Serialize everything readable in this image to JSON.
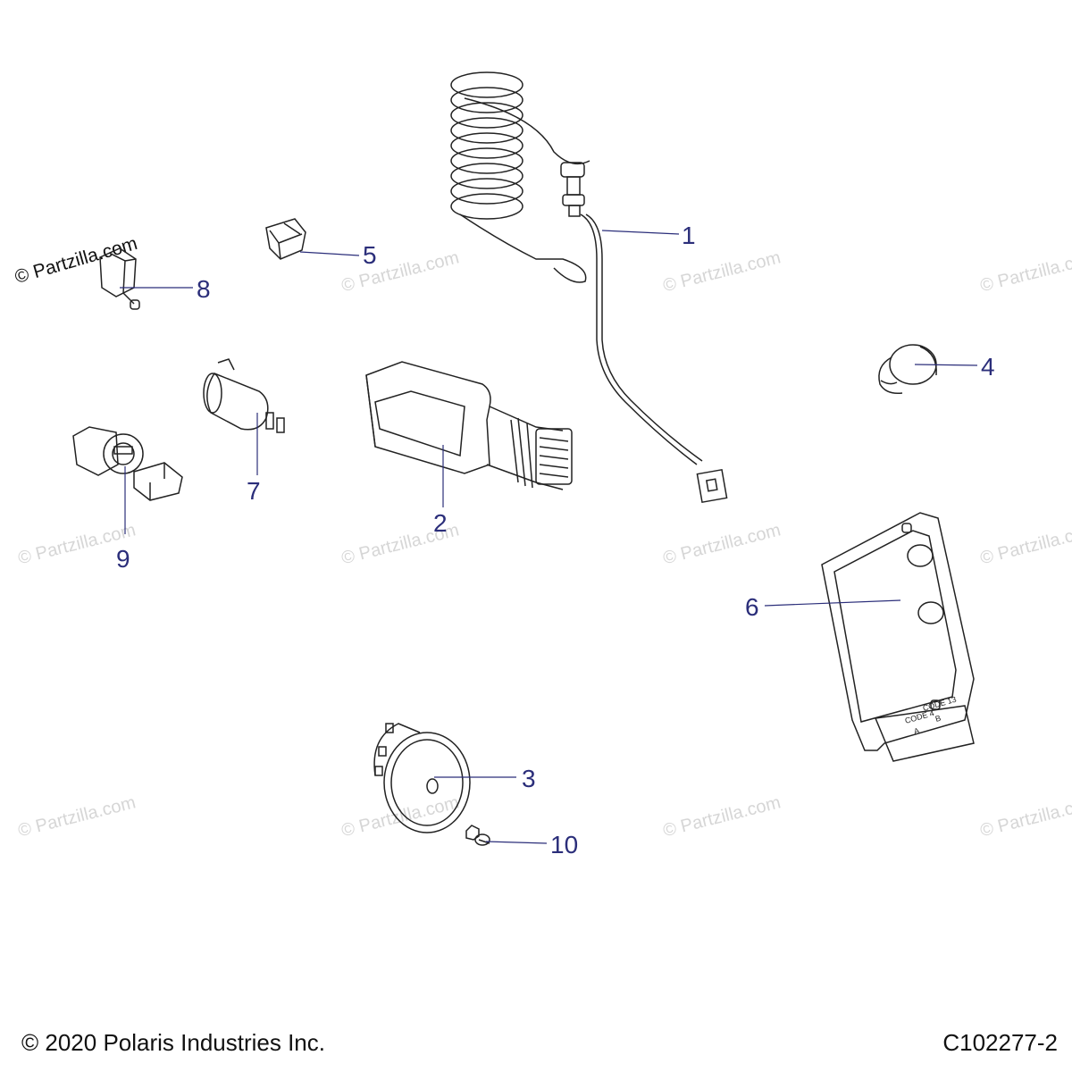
{
  "watermark": {
    "text": "© Partzilla.com",
    "main_text": "© Partzilla.com"
  },
  "callouts": [
    "1",
    "2",
    "3",
    "4",
    "5",
    "6",
    "7",
    "8",
    "9",
    "10"
  ],
  "ecu_labels": {
    "code_a": "CODE 4",
    "letter_a": "A",
    "code_b": "CODE 13",
    "letter_b": "B"
  },
  "footer": {
    "copyright": "© 2020 Polaris Industries Inc.",
    "diagram_id": "C102277-2"
  },
  "colors": {
    "callout": "#2b2e7a",
    "line_art": "#222222",
    "watermark": "#d6d6d6"
  }
}
